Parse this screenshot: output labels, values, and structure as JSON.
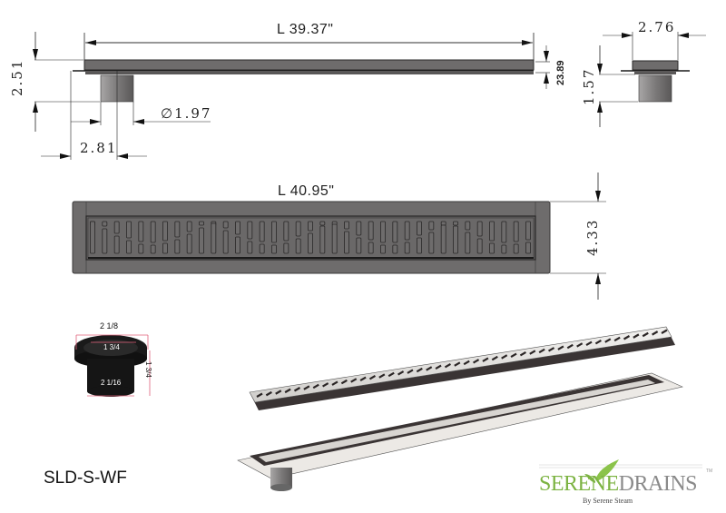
{
  "drawing": {
    "side_view": {
      "length_label": "L 39.37\"",
      "height_label": "2.51",
      "outlet_diameter_label": "∅1.97",
      "outlet_offset_label": "2.81",
      "flange_thickness_label": "23.89"
    },
    "end_view": {
      "width_label": "2.76",
      "height_label": "1.57"
    },
    "top_view": {
      "length_label": "L 40.95\"",
      "width_label": "4.33"
    },
    "adapter": {
      "top_outer_label": "2  1/8",
      "inner_label": "1 3/4",
      "bottom_outer_label": "2 1/16",
      "height_label": "1 3/4"
    },
    "model_label": "SLD-S-WF",
    "logo": {
      "brand_green": "SERENE",
      "brand_gray": "DRAINS",
      "tm": "TM",
      "tagline": "By Serene Steam"
    }
  },
  "colors": {
    "body_gray": "#6e6c6c",
    "dark_edge": "#2a2828",
    "grate_slot": "#5a5858",
    "steel_light": "#e6e4e1",
    "brand_green": "#7cb342",
    "brand_gray": "#8a8a8a",
    "adapter_red": "#e0607a"
  }
}
